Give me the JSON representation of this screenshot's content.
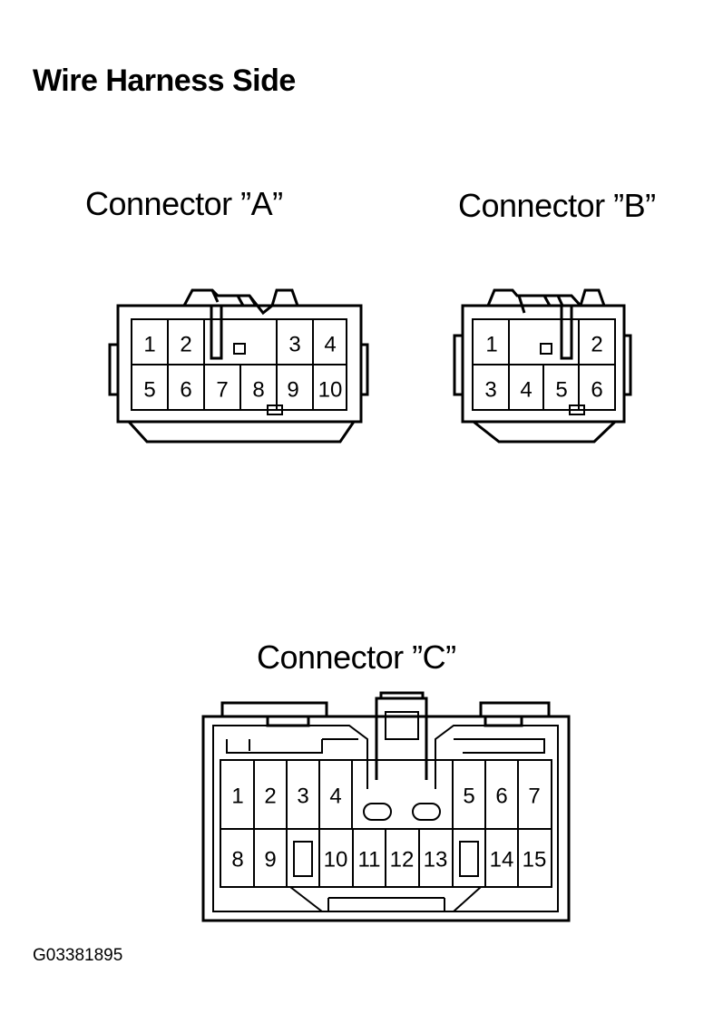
{
  "title": "Wire Harness Side",
  "figure_id": "G03381895",
  "connectors": {
    "A": {
      "label": "Connector ”A”",
      "pins": [
        "1",
        "2",
        "3",
        "4",
        "5",
        "6",
        "7",
        "8",
        "9",
        "10"
      ]
    },
    "B": {
      "label": "Connector ”B”",
      "pins": [
        "1",
        "2",
        "3",
        "4",
        "5",
        "6"
      ]
    },
    "C": {
      "label": "Connector ”C”",
      "pins": [
        "1",
        "2",
        "3",
        "4",
        "5",
        "6",
        "7",
        "8",
        "9",
        "10",
        "11",
        "12",
        "13",
        "14",
        "15"
      ]
    }
  }
}
